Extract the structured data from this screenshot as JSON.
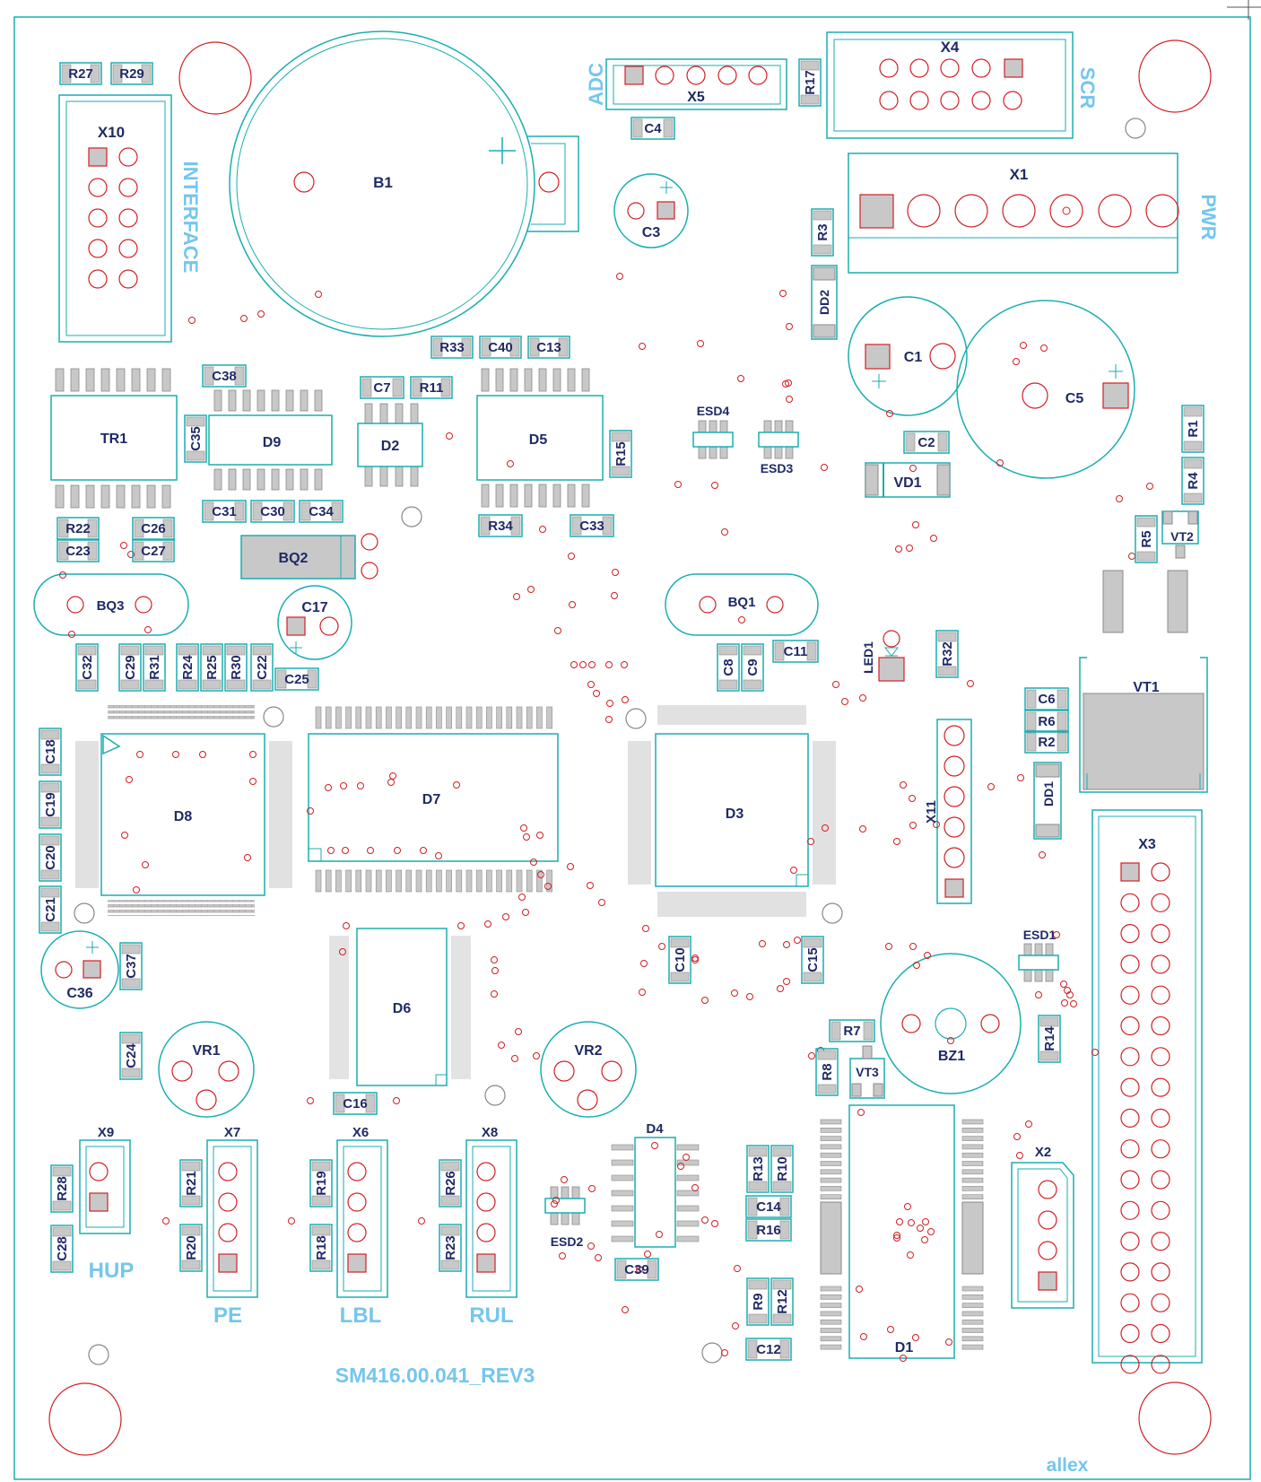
{
  "board": {
    "part_number": "SM416.00.041_REV3",
    "brand": "allex",
    "colors": {
      "outline": "#1aaeb0",
      "pad": "#d21f24",
      "fill": "#c8c8c8",
      "ref": "#1f2a66",
      "silk_label": "#74c6ee"
    }
  },
  "labels": {
    "adc": "ADC",
    "scr": "SCR",
    "pwr": "PWR",
    "interface": "INTERFACE",
    "hup": "HUP",
    "pe": "PE",
    "lbl": "LBL",
    "rul": "RUL"
  },
  "chips": {
    "tr1": "TR1",
    "d9": "D9",
    "d2": "D2",
    "d5": "D5",
    "d8": "D8",
    "d7": "D7",
    "d3": "D3",
    "d6": "D6",
    "d4": "D4",
    "d1": "D1",
    "b1": "B1",
    "bq1": "BQ1",
    "bq2": "BQ2",
    "bq3": "BQ3",
    "vt1": "VT1",
    "vt2": "VT2",
    "vt3": "VT3",
    "vr1": "VR1",
    "vr2": "VR2",
    "bz1": "BZ1",
    "led1": "LED1",
    "vd1": "VD1",
    "dd1": "DD1",
    "dd2": "DD2",
    "esd1": "ESD1",
    "esd2": "ESD2",
    "esd3": "ESD3",
    "esd4": "ESD4"
  },
  "connectors": {
    "x1": "X1",
    "x2": "X2",
    "x3": "X3",
    "x4": "X4",
    "x5": "X5",
    "x6": "X6",
    "x7": "X7",
    "x8": "X8",
    "x9": "X9",
    "x10": "X10",
    "x11": "X11"
  },
  "caps_el": {
    "c1": "C1",
    "c3": "C3",
    "c5": "C5",
    "c17": "C17",
    "c36": "C36"
  },
  "smd": {
    "r27": "R27",
    "r29": "R29",
    "r33": "R33",
    "c40": "C40",
    "c13": "C13",
    "c4": "C4",
    "r17": "R17",
    "r3": "R3",
    "c38": "C38",
    "c7": "C7",
    "r11": "R11",
    "c35": "C35",
    "r15": "R15",
    "c2": "C2",
    "r1": "R1",
    "r4": "R4",
    "c31": "C31",
    "c30": "C30",
    "c34": "C34",
    "r34": "R34",
    "c33": "C33",
    "r22": "R22",
    "c26": "C26",
    "c23": "C23",
    "c27": "C27",
    "r5": "R5",
    "c11": "C11",
    "c32": "C32",
    "c29": "C29",
    "r31": "R31",
    "r24": "R24",
    "r25": "R25",
    "r30": "R30",
    "c22": "C22",
    "c25": "C25",
    "c8": "C8",
    "c9": "C9",
    "r32": "R32",
    "c6": "C6",
    "r6": "R6",
    "r2": "R2",
    "c18": "C18",
    "c19": "C19",
    "c20": "C20",
    "c21": "C21",
    "c37": "C37",
    "c10": "C10",
    "c15": "C15",
    "r14": "R14",
    "r7": "R7",
    "r8": "R8",
    "c24": "C24",
    "c16": "C16",
    "r28": "R28",
    "c28": "C28",
    "r21": "R21",
    "r20": "R20",
    "r19": "R19",
    "r18": "R18",
    "r26": "R26",
    "r23": "R23",
    "c39": "C39",
    "r13": "R13",
    "r10": "R10",
    "c14": "C14",
    "r16": "R16",
    "r9": "R9",
    "r12": "R12",
    "c12": "C12"
  }
}
